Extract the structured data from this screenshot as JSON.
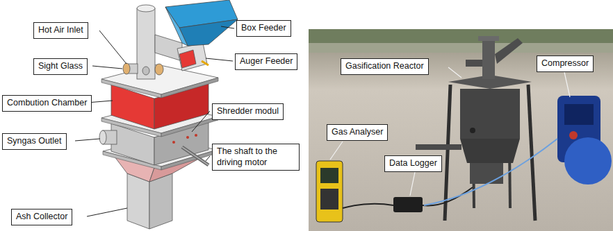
{
  "diagram": {
    "nodes": [
      {
        "text": [
          "Hot Air Inlet"
        ]
      },
      {
        "text": [
          "Box Feeder"
        ]
      },
      {
        "text": [
          "Sight Glass"
        ]
      },
      {
        "text": [
          "Auger Feeder"
        ]
      },
      {
        "text": [
          "Combution Chamber"
        ]
      },
      {
        "text": [
          "Shredder modul"
        ]
      },
      {
        "text": [
          "Syngas Outlet"
        ]
      },
      {
        "text": [
          "The shaft to the driving motor"
        ]
      },
      {
        "text": [
          "Ash Collector"
        ]
      },
      {
        "text": [
          "Gasification Reactor"
        ]
      },
      {
        "text": [
          "Compressor"
        ]
      },
      {
        "text": [
          "Gas Analyser"
        ]
      },
      {
        "text": [
          "Data Logger"
        ]
      }
    ]
  }
}
